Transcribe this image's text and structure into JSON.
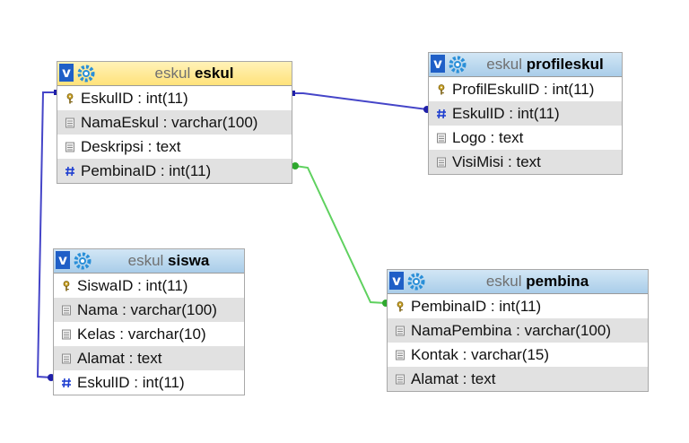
{
  "colors": {
    "link_blue": "#4545c8",
    "link_green": "#5fd15f",
    "header_blue": "#a9cde9",
    "header_selected": "#ffe27a",
    "row_alt": "#e1e1e1",
    "icon_accent": "#1f5fc7"
  },
  "tables": {
    "eskul": {
      "db": "eskul",
      "name": "eskul",
      "columns": [
        {
          "label": "EskulID : int(11)",
          "icon": "primary-key-icon"
        },
        {
          "label": "NamaEskul : varchar(100)",
          "icon": "column-icon"
        },
        {
          "label": "Deskripsi : text",
          "icon": "column-icon"
        },
        {
          "label": "PembinaID : int(11)",
          "icon": "foreign-key-icon"
        }
      ]
    },
    "profileskul": {
      "db": "eskul",
      "name": "profileskul",
      "columns": [
        {
          "label": "ProfilEskulID : int(11)",
          "icon": "primary-key-icon"
        },
        {
          "label": "EskulID : int(11)",
          "icon": "foreign-key-icon"
        },
        {
          "label": "Logo : text",
          "icon": "column-icon"
        },
        {
          "label": "VisiMisi : text",
          "icon": "column-icon"
        }
      ]
    },
    "siswa": {
      "db": "eskul",
      "name": "siswa",
      "columns": [
        {
          "label": "SiswaID : int(11)",
          "icon": "primary-key-icon"
        },
        {
          "label": "Nama : varchar(100)",
          "icon": "column-icon"
        },
        {
          "label": "Kelas : varchar(10)",
          "icon": "column-icon"
        },
        {
          "label": "Alamat : text",
          "icon": "column-icon"
        },
        {
          "label": "EskulID : int(11)",
          "icon": "foreign-key-icon"
        }
      ]
    },
    "pembina": {
      "db": "eskul",
      "name": "pembina",
      "columns": [
        {
          "label": "PembinaID : int(11)",
          "icon": "primary-key-icon"
        },
        {
          "label": "NamaPembina : varchar(100)",
          "icon": "column-icon"
        },
        {
          "label": "Kontak : varchar(15)",
          "icon": "column-icon"
        },
        {
          "label": "Alamat : text",
          "icon": "column-icon"
        }
      ]
    }
  },
  "relations": [
    {
      "from": "profileskul.EskulID",
      "to": "eskul.EskulID",
      "color": "#4545c8"
    },
    {
      "from": "siswa.EskulID",
      "to": "eskul.EskulID",
      "color": "#4545c8"
    },
    {
      "from": "eskul.PembinaID",
      "to": "pembina.PembinaID",
      "color": "#5fd15f"
    }
  ]
}
